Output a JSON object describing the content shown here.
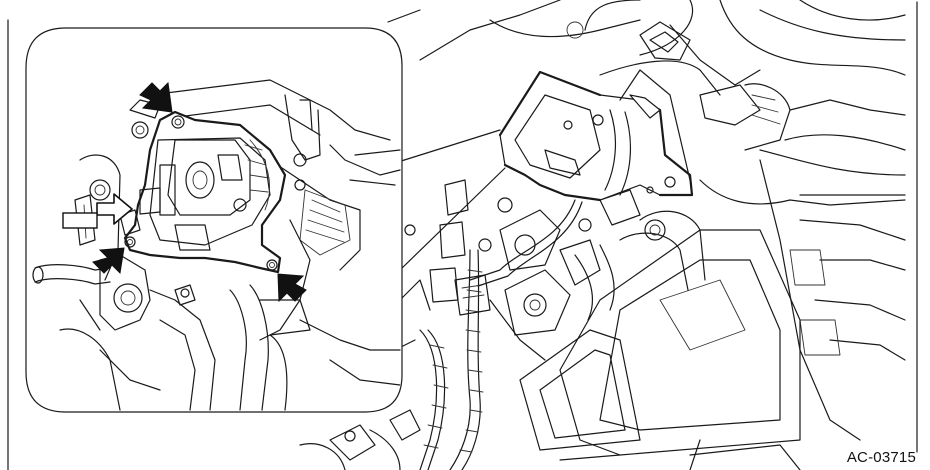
{
  "figure": {
    "reference_code": "AC-03715"
  },
  "callout_arrows": [
    {
      "fill": "solid",
      "direction": "down-right"
    },
    {
      "fill": "solid",
      "direction": "up-right"
    },
    {
      "fill": "solid",
      "direction": "up-left"
    },
    {
      "fill": "outline",
      "direction": "right"
    }
  ],
  "colors": {
    "line": "#1a1a1a",
    "background": "#ffffff"
  }
}
